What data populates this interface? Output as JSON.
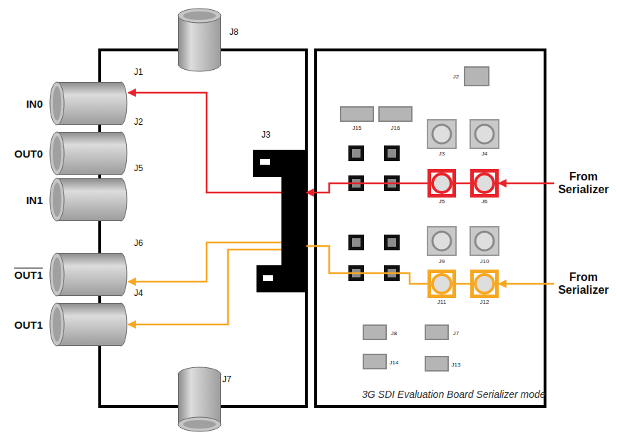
{
  "diagram": {
    "caption": "3G SDI Evaluation Board Serializer mode",
    "nodes": [
      {
        "text": [
          "IN0",
          "J1"
        ]
      },
      {
        "text": [
          "OUT0",
          "J2"
        ]
      },
      {
        "text": [
          "IN1",
          "J5"
        ]
      },
      {
        "text": [
          "OUT1",
          "J6"
        ]
      },
      {
        "text": [
          "OUT1",
          "J4"
        ]
      },
      {
        "text": [
          "J8"
        ]
      },
      {
        "text": [
          "J7"
        ]
      },
      {
        "text": [
          "J3"
        ]
      },
      {
        "text": [
          "J5"
        ]
      },
      {
        "text": [
          "J6"
        ]
      },
      {
        "text": [
          "J11"
        ]
      },
      {
        "text": [
          "J12"
        ]
      },
      {
        "text": [
          "From Serializer"
        ]
      },
      {
        "text": [
          "From Serializer"
        ]
      }
    ],
    "edges": [
      {
        "from": 12,
        "to": 9,
        "arrow": "to"
      },
      {
        "from": 9,
        "to": 8,
        "arrow": "none"
      },
      {
        "from": 8,
        "to": 7,
        "arrow": "to"
      },
      {
        "from": 7,
        "to": 0,
        "arrow": "to"
      },
      {
        "from": 13,
        "to": 11,
        "arrow": "to"
      },
      {
        "from": 11,
        "to": 10,
        "arrow": "none"
      },
      {
        "from": 10,
        "to": 7,
        "arrow": "none"
      },
      {
        "from": 7,
        "to": 3,
        "arrow": "to"
      },
      {
        "from": 7,
        "to": 4,
        "arrow": "to"
      }
    ],
    "labels": [
      "J2",
      "J15",
      "J16",
      "J3",
      "J4",
      "J9",
      "J10",
      "J8",
      "J7",
      "J14",
      "J13"
    ]
  }
}
